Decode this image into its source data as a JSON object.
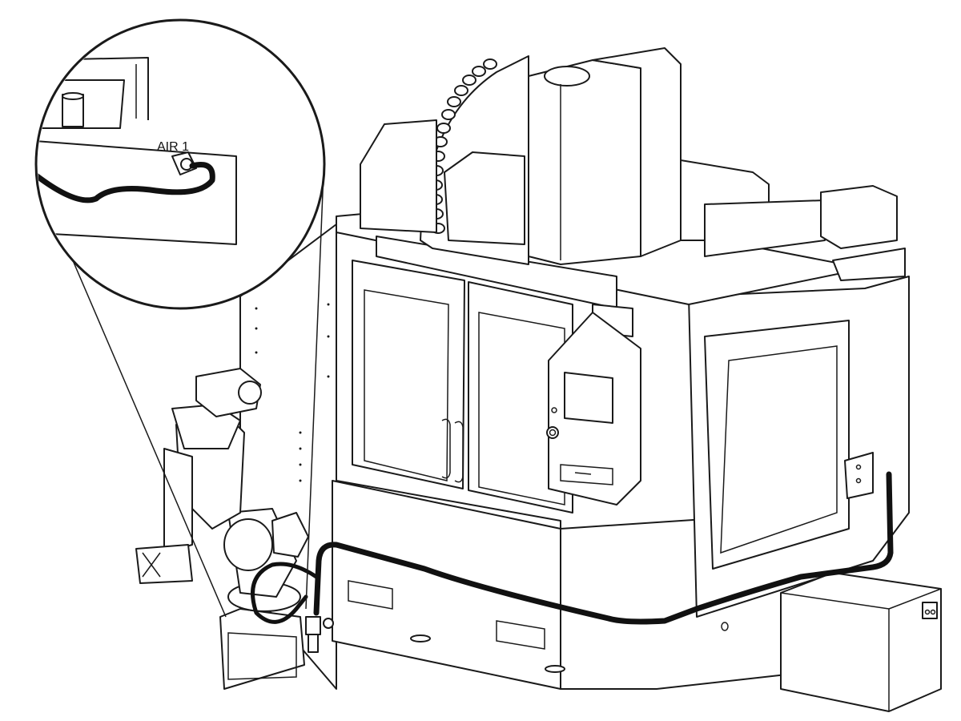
{
  "detail_callout": {
    "port_label": "AIR 1"
  },
  "colors": {
    "line": "#1a1a1a",
    "hose": "#111111",
    "background": "#ffffff"
  },
  "components": [
    "robot-arm",
    "machining-center",
    "tool-carousel",
    "control-pendant",
    "air-hose",
    "electrical-cabinet",
    "air-filter-regulator"
  ]
}
